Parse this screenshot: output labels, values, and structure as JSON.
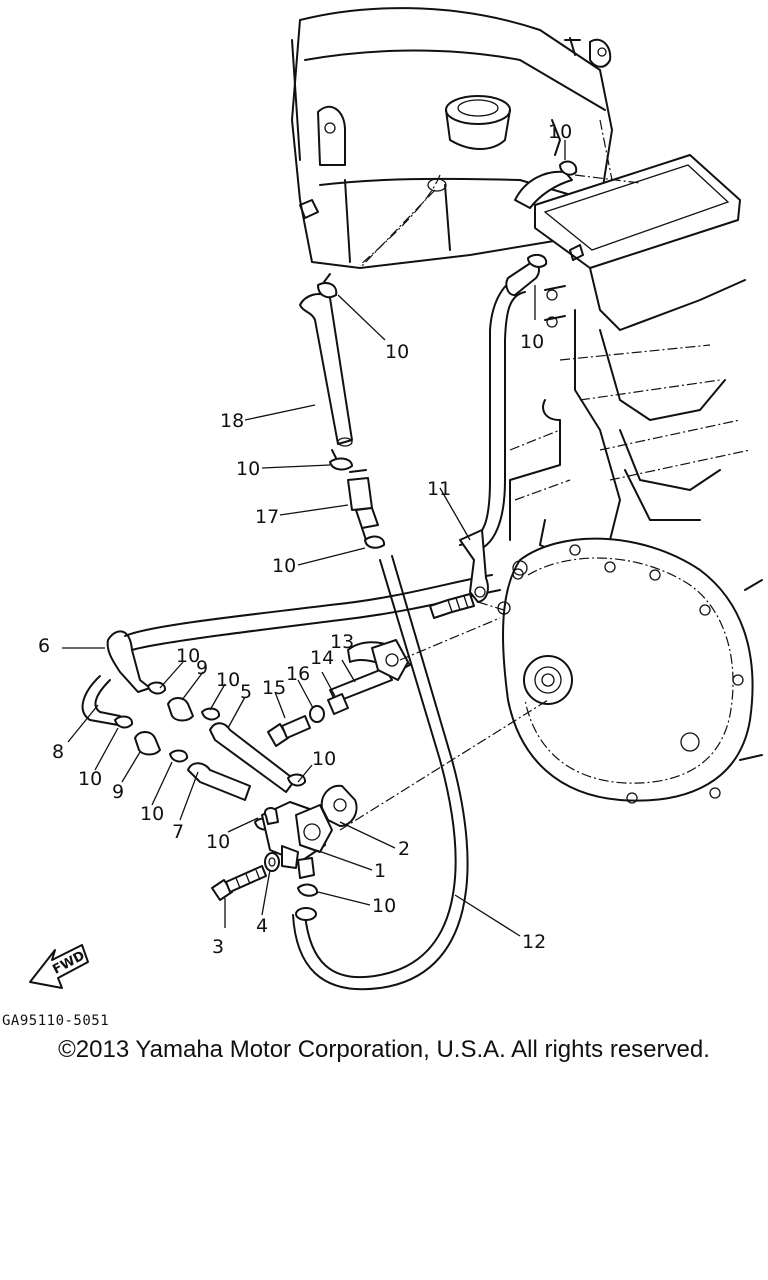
{
  "diagram": {
    "callouts": [
      "1",
      "2",
      "3",
      "4",
      "5",
      "6",
      "7",
      "8",
      "9",
      "9",
      "10",
      "10",
      "10",
      "10",
      "10",
      "10",
      "10",
      "10",
      "10",
      "10",
      "10",
      "11",
      "12",
      "13",
      "14",
      "15",
      "16",
      "17",
      "18"
    ],
    "direction_arrow_label": "FWD",
    "drawing_code": "GA95110-5051",
    "copyright": "©2013 Yamaha Motor Corporation, U.S.A. All rights reserved."
  }
}
